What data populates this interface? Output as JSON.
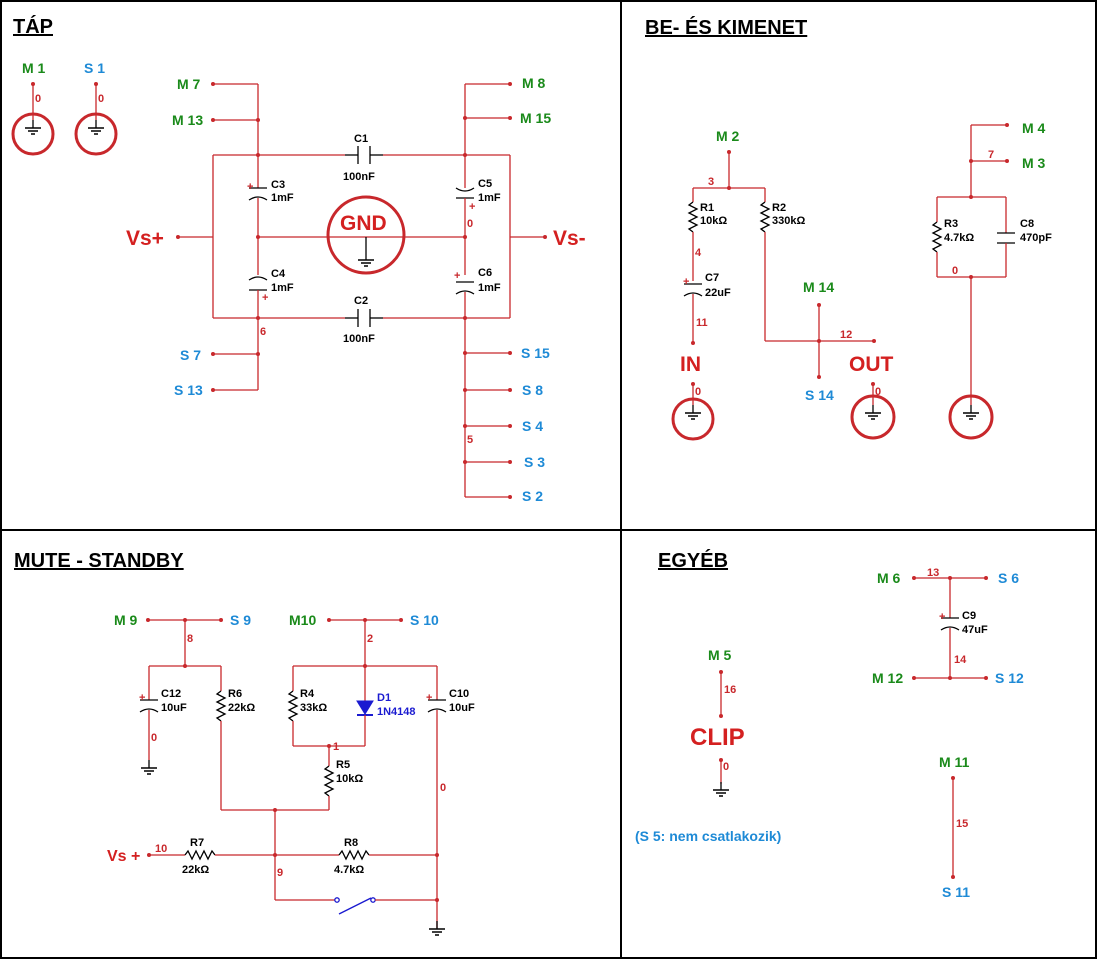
{
  "sections": {
    "tap": "TÁP",
    "io": "BE- ÉS KIMENET",
    "mute": "MUTE - STANDBY",
    "misc": "EGYÉB"
  },
  "tap": {
    "pins": {
      "m1": "M 1",
      "s1": "S 1",
      "m7": "M 7",
      "m13": "M 13",
      "m8": "M 8",
      "m15": "M 15",
      "s7": "S 7",
      "s13": "S 13",
      "s15": "S 15",
      "s8": "S 8",
      "s4": "S 4",
      "s3": "S 3",
      "s2": "S 2"
    },
    "vsplus": "Vs+",
    "vsminus": "Vs-",
    "gnd": "GND",
    "nodes": {
      "n0a": "0",
      "n0b": "0",
      "n0c": "0",
      "n6": "6",
      "n5": "5"
    },
    "components": {
      "c1": "C1",
      "c1v": "100nF",
      "c2": "C2",
      "c2v": "100nF",
      "c3": "C3",
      "c3v": "1mF",
      "c4": "C4",
      "c4v": "1mF",
      "c5": "C5",
      "c5v": "1mF",
      "c6": "C6",
      "c6v": "1mF"
    },
    "polarity": "+"
  },
  "io": {
    "pins": {
      "m2": "M 2",
      "m4": "M 4",
      "m3": "M 3",
      "m14": "M 14",
      "s14": "S 14"
    },
    "in": "IN",
    "out": "OUT",
    "nodes": {
      "n3": "3",
      "n4": "4",
      "n11": "11",
      "n12": "12",
      "n7": "7",
      "n0a": "0",
      "n0b": "0",
      "n0c": "0"
    },
    "components": {
      "r1": "R1",
      "r1v": "10kΩ",
      "r2": "R2",
      "r2v": "330kΩ",
      "c7": "C7",
      "c7v": "22uF",
      "r3": "R3",
      "r3v": "4.7kΩ",
      "c8": "C8",
      "c8v": "470pF"
    }
  },
  "mute": {
    "pins": {
      "m9": "M 9",
      "s9": "S 9",
      "m10": "M10",
      "s10": "S 10"
    },
    "vsplus": "Vs +",
    "nodes": {
      "n8": "8",
      "n2": "2",
      "n0a": "0",
      "n1": "1",
      "n0b": "0",
      "n10": "10",
      "n9": "9"
    },
    "components": {
      "c12": "C12",
      "c12v": "10uF",
      "r6": "R6",
      "r6v": "22kΩ",
      "r4": "R4",
      "r4v": "33kΩ",
      "d1": "D1",
      "d1v": "1N4148",
      "c10": "C10",
      "c10v": "10uF",
      "r5": "R5",
      "r5v": "10kΩ",
      "r7": "R7",
      "r7v": "22kΩ",
      "r8": "R8",
      "r8v": "4.7kΩ"
    }
  },
  "misc": {
    "pins": {
      "m5": "M 5",
      "m6": "M 6",
      "s6": "S 6",
      "m12": "M 12",
      "s12": "S 12",
      "m11": "M 11",
      "s11": "S 11"
    },
    "clip": "CLIP",
    "nodes": {
      "n16": "16",
      "n0": "0",
      "n13": "13",
      "n14": "14",
      "n15": "15"
    },
    "components": {
      "c9": "C9",
      "c9v": "47uF"
    },
    "note": "(S 5: nem csatlakozik)"
  }
}
